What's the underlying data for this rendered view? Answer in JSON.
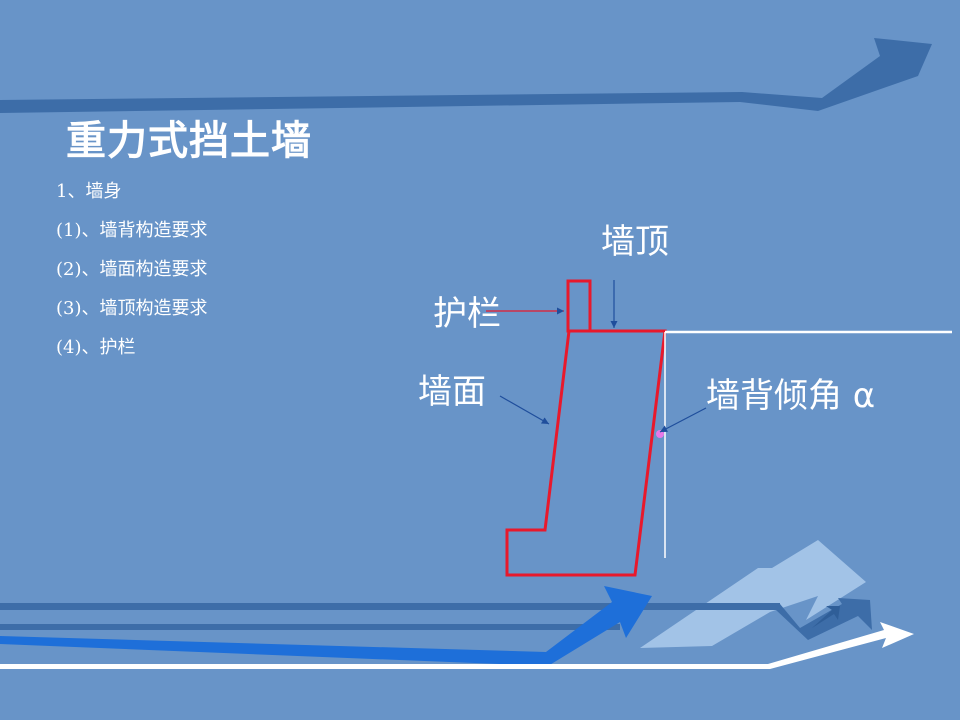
{
  "slide": {
    "title": "重力式挡土墙",
    "outline": [
      "1、墙身",
      "(1)、墙背构造要求",
      "(2)、墙面构造要求",
      "(3)、墙顶构造要求",
      "(4)、护栏"
    ]
  },
  "diagram": {
    "labels": {
      "wall_top": "墙顶",
      "guardrail": "护栏",
      "wall_face": "墙面",
      "wall_back_angle": "墙背倾角 α"
    }
  },
  "colors": {
    "background": "#6894C8",
    "wall_outline": "#E8192C",
    "pointer": "#1F4E9C",
    "ground_line": "#FFFFFF",
    "angle_marker": "#E878E8",
    "deco_dark": "#3D6DA8",
    "deco_bright": "#1E6FD9",
    "deco_light": "#9FC0E6"
  }
}
